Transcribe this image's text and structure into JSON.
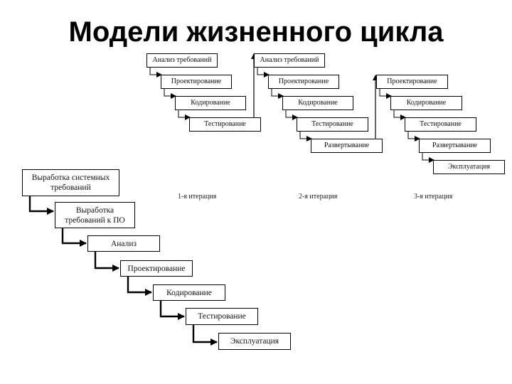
{
  "title": "Модели жизненного цикла",
  "iterations": [
    {
      "label": "1-я итерация",
      "stages": [
        "Анализ требований",
        "Проектирование",
        "Кодирование",
        "Тестирование"
      ]
    },
    {
      "label": "2-я итерация",
      "stages": [
        "Анализ требований",
        "Проектирование",
        "Кодирование",
        "Тестирование",
        "Развертывание"
      ]
    },
    {
      "label": "3-я итерация",
      "stages": [
        "Проектирование",
        "Кодирование",
        "Тестирование",
        "Развертывание",
        "Эксплуатация"
      ]
    }
  ],
  "waterfall": {
    "stages": [
      "Выработка системных требований",
      "Выработка требований к ПО",
      "Анализ",
      "Проектирование",
      "Кодирование",
      "Тестирование",
      "Эксплуатация"
    ]
  }
}
